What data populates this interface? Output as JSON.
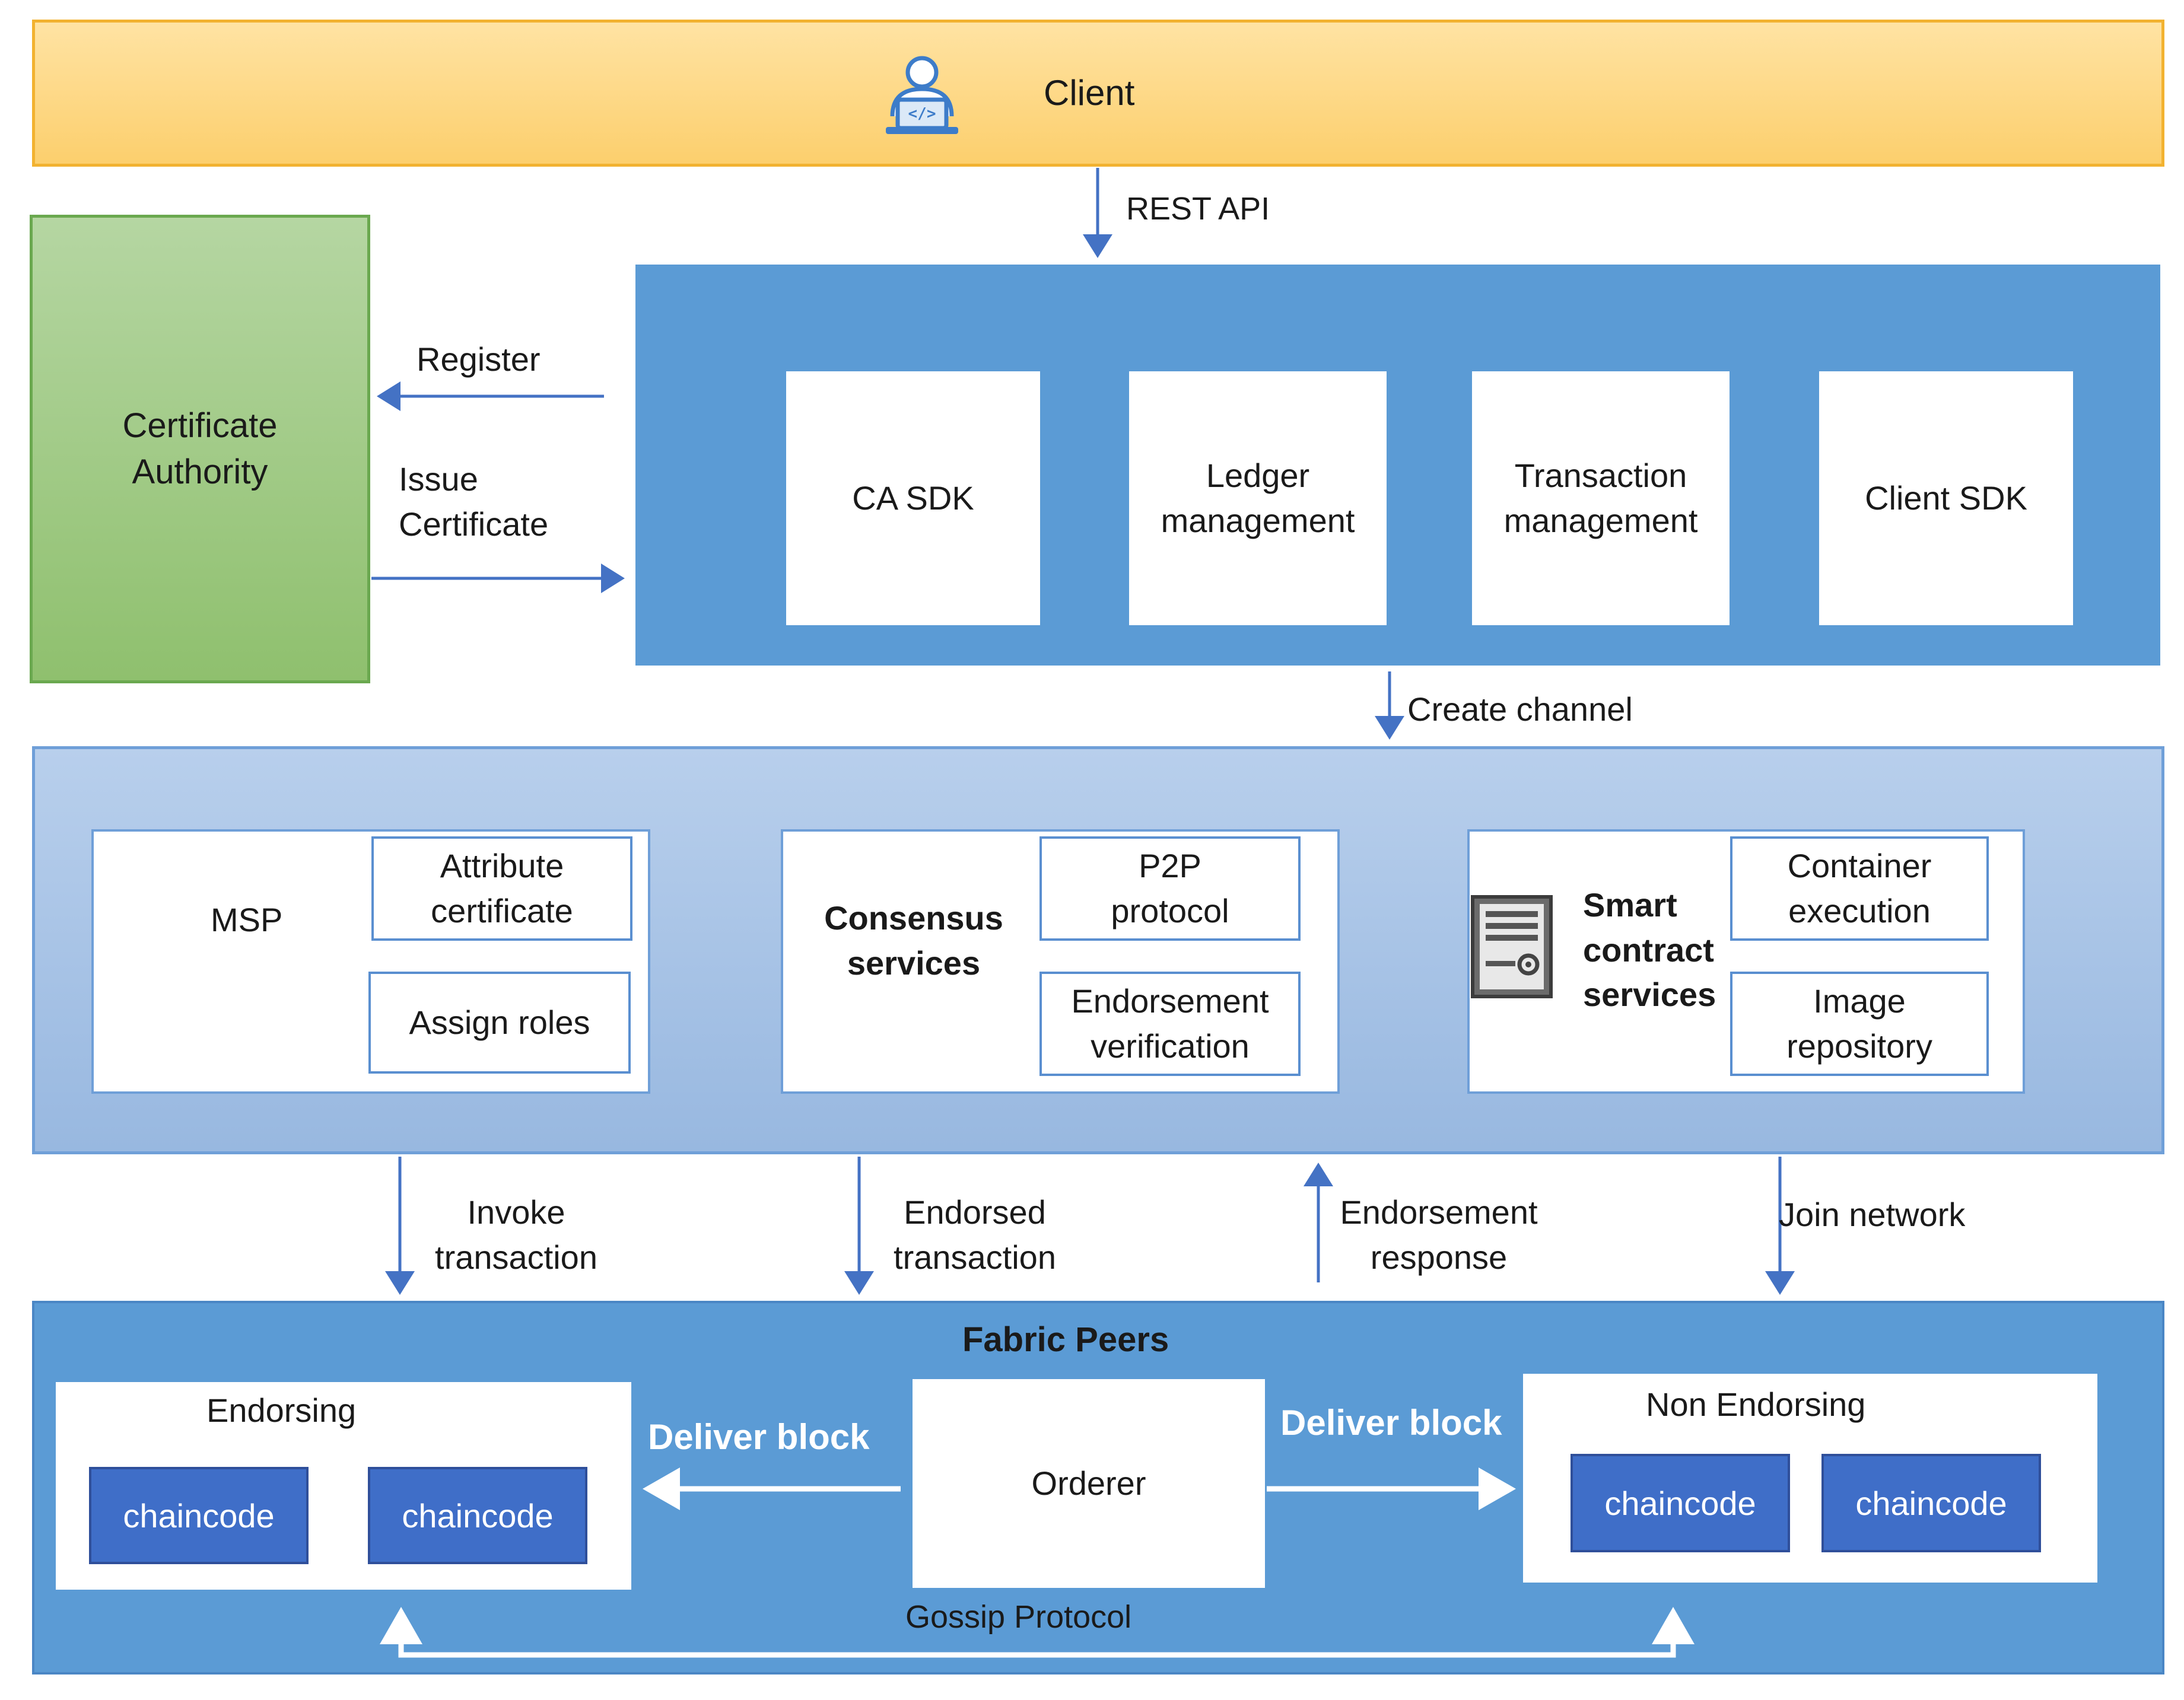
{
  "client": {
    "label": "Client",
    "icon": "developer-laptop-icon"
  },
  "certificate_authority": {
    "label": "Certificate\nAuthority"
  },
  "sdk_layer": {
    "boxes": [
      "CA SDK",
      "Ledger\nmanagement",
      "Transaction\nmanagement",
      "Client SDK"
    ]
  },
  "edges": {
    "rest_api": "REST API",
    "register": "Register",
    "issue_certificate": "Issue\nCertificate",
    "create_channel": "Create channel",
    "invoke_transaction": "Invoke\ntransaction",
    "endorsed_transaction": "Endorsed\ntransaction",
    "endorsement_response": "Endorsement\nresponse",
    "join_network": "Join network",
    "deliver_block_left": "Deliver block",
    "deliver_block_right": "Deliver block",
    "gossip_protocol": "Gossip Protocol"
  },
  "services_layer": {
    "msp": {
      "title": "MSP",
      "items": [
        "Attribute\ncertificate",
        "Assign roles"
      ]
    },
    "consensus": {
      "title": "Consensus\nservices",
      "items": [
        "P2P\nprotocol",
        "Endorsement\nverification"
      ]
    },
    "smart_contract": {
      "title": "Smart\ncontract\nservices",
      "icon": "server-gear-icon",
      "items": [
        "Container\nexecution",
        "Image\nrepository"
      ]
    }
  },
  "fabric_peers": {
    "title": "Fabric Peers",
    "endorsing": {
      "title": "Endorsing",
      "chaincodes": [
        "chaincode",
        "chaincode"
      ]
    },
    "orderer": "Orderer",
    "non_endorsing": {
      "title": "Non Endorsing",
      "chaincodes": [
        "chaincode",
        "chaincode"
      ]
    }
  },
  "colors": {
    "client_fill": "#fccf6d",
    "ca_fill": "#a3cb87",
    "band_blue": "#5b9bd5",
    "services_fill": "#a9c4e6",
    "chaincode_fill": "#3f6ec8",
    "arrow_blue": "#4472c4"
  }
}
